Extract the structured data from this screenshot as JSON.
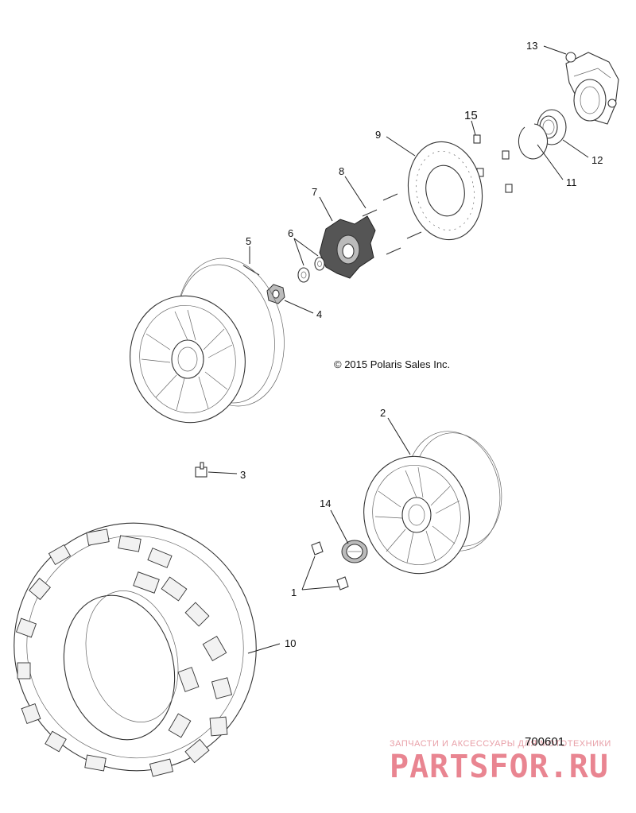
{
  "copyright": "© 2015 Polaris Sales Inc.",
  "drawing_number": "700601",
  "watermark": {
    "text_small": "ЗАПЧАСТИ И АКСЕССУАРЫ ДЛЯ МОТОТЕХНИКИ",
    "logo": "PARTSFOR.RU"
  },
  "callouts": {
    "c1": "1",
    "c2": "2",
    "c3": "3",
    "c4": "4",
    "c5": "5",
    "c6": "6",
    "c7": "7",
    "c8": "8",
    "c9": "9",
    "c10": "10",
    "c11": "11",
    "c12": "12",
    "c13": "13",
    "c14": "14",
    "c15": "15"
  }
}
